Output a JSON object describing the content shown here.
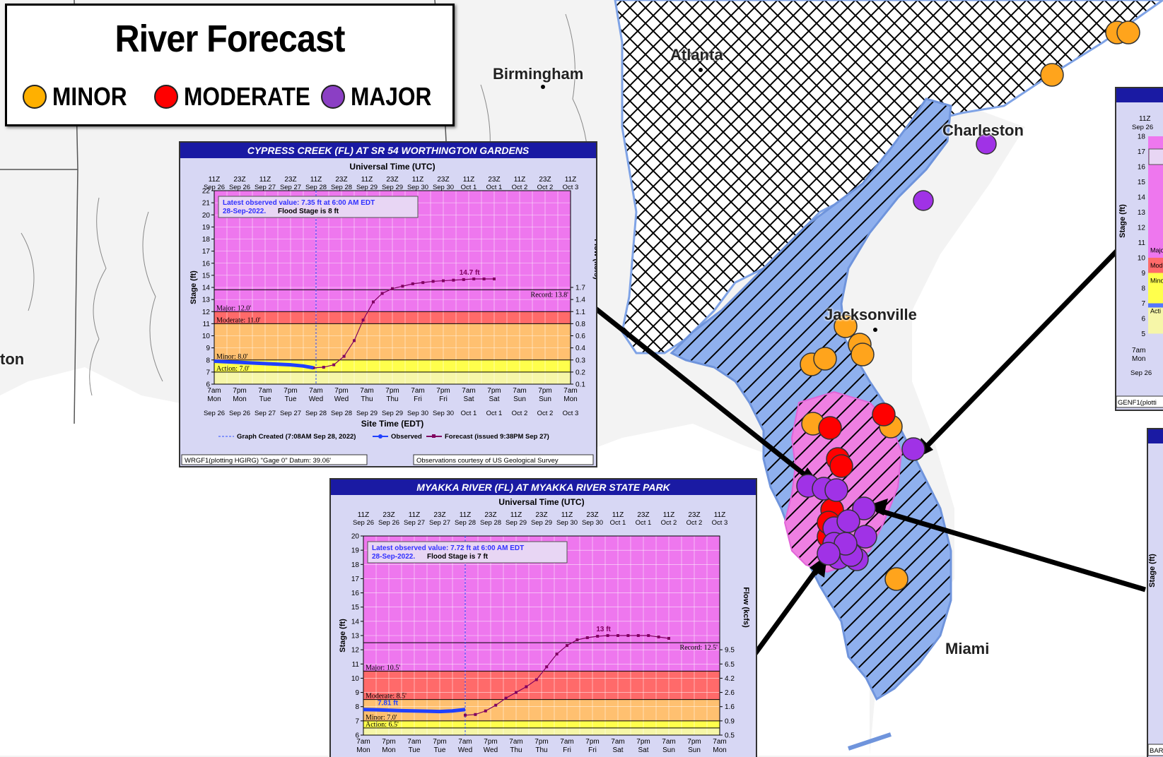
{
  "legend": {
    "title": "River Forecast",
    "items": [
      {
        "label": "MINOR",
        "color": "#ffb000"
      },
      {
        "label": "MODERATE",
        "color": "#ff0000"
      },
      {
        "label": "MAJOR",
        "color": "#8b3fc4"
      }
    ]
  },
  "cities": [
    "Atlanta",
    "Birmingham",
    "Charleston",
    "Jacksonville",
    "Miami",
    "ton"
  ],
  "colors": {
    "blue_hatch": "#7fa3e6",
    "pink_area": "#ee7ce0",
    "minor": "#ffa41c",
    "moderate": "#ff0000",
    "major": "#a032e6"
  },
  "gauges": {
    "minor": 11,
    "moderate": 7,
    "major": 16
  },
  "hydro1": {
    "title": "CYPRESS CREEK (FL) AT SR 54 WORTHINGTON GARDENS",
    "top_axis_title": "Universal Time (UTC)",
    "bottom_axis_title": "Site Time (EDT)",
    "utc_hours": [
      "11Z",
      "23Z",
      "11Z",
      "23Z",
      "11Z",
      "23Z",
      "11Z",
      "23Z",
      "11Z",
      "23Z",
      "11Z",
      "23Z",
      "11Z",
      "23Z",
      "11Z"
    ],
    "utc_dates": [
      "Sep 26",
      "Sep 26",
      "Sep 27",
      "Sep 27",
      "Sep 28",
      "Sep 28",
      "Sep 29",
      "Sep 29",
      "Sep 30",
      "Sep 30",
      "Oct 1",
      "Oct 1",
      "Oct 2",
      "Oct 2",
      "Oct 3"
    ],
    "local_hours": [
      "7am",
      "7pm",
      "7am",
      "7pm",
      "7am",
      "7pm",
      "7am",
      "7pm",
      "7am",
      "7pm",
      "7am",
      "7pm",
      "7am",
      "7pm",
      "7am"
    ],
    "local_days": [
      "Mon",
      "Mon",
      "Tue",
      "Tue",
      "Wed",
      "Wed",
      "Thu",
      "Thu",
      "Fri",
      "Fri",
      "Sat",
      "Sat",
      "Sun",
      "Sun",
      "Mon"
    ],
    "local_dates": [
      "Sep 26",
      "Sep 26",
      "Sep 27",
      "Sep 27",
      "Sep 28",
      "Sep 28",
      "Sep 29",
      "Sep 29",
      "Sep 30",
      "Sep 30",
      "Oct 1",
      "Oct 1",
      "Oct 2",
      "Oct 2",
      "Oct 3"
    ],
    "ylabel": "Stage (ft)",
    "y2label": "Flow (kcfs)",
    "ylim": [
      6,
      22
    ],
    "flow_ticks": [
      {
        "stage": 7,
        "label": "0.2"
      },
      {
        "stage": 8,
        "label": "0.3"
      },
      {
        "stage": 9,
        "label": "0.4"
      },
      {
        "stage": 10,
        "label": "0.6"
      },
      {
        "stage": 11,
        "label": "0.8"
      },
      {
        "stage": 12,
        "label": "1.1"
      },
      {
        "stage": 13,
        "label": "1.4"
      },
      {
        "stage": 14,
        "label": "1.7"
      },
      {
        "stage": 6,
        "label": "0.1"
      }
    ],
    "action": 7.0,
    "minor": 8.0,
    "moderate": 11.0,
    "major": 12.0,
    "record": 13.8,
    "action_label": "Action: 7.0'",
    "minor_label": "Minor: 8.0'",
    "moderate_label": "Moderate: 11.0'",
    "major_label": "Major: 12.0'",
    "record_label": "Record: 13.8'",
    "obs_text": "Latest observed value: 7.35 ft at 6:00 AM EDT",
    "obs_text2": "28-Sep-2022.",
    "flood_text": "Flood Stage is 8 ft",
    "crest_label": "14.7 ft",
    "now_idx": 4,
    "observed": [
      [
        0,
        7.9
      ],
      [
        0.5,
        7.85
      ],
      [
        1,
        7.8
      ],
      [
        1.5,
        7.75
      ],
      [
        2,
        7.7
      ],
      [
        2.5,
        7.65
      ],
      [
        3,
        7.6
      ],
      [
        3.5,
        7.5
      ],
      [
        3.9,
        7.35
      ]
    ],
    "forecast": [
      [
        3.9,
        7.35
      ],
      [
        4.3,
        7.4
      ],
      [
        4.7,
        7.6
      ],
      [
        5.1,
        8.3
      ],
      [
        5.5,
        9.6
      ],
      [
        5.85,
        11.3
      ],
      [
        6.25,
        12.8
      ],
      [
        6.6,
        13.5
      ],
      [
        7,
        13.9
      ],
      [
        7.4,
        14.1
      ],
      [
        7.8,
        14.3
      ],
      [
        8.2,
        14.4
      ],
      [
        8.6,
        14.5
      ],
      [
        9,
        14.55
      ],
      [
        9.4,
        14.6
      ],
      [
        9.8,
        14.65
      ],
      [
        10.2,
        14.7
      ],
      [
        10.6,
        14.7
      ],
      [
        11,
        14.7
      ]
    ],
    "footer_caption": "Graph Created (7:08AM Sep 28, 2022)",
    "observed_legend": "Observed",
    "forecast_legend": "Forecast (issued 9:38PM Sep 27)",
    "footer_left": "WRGF1(plotting HGIRG) \"Gage 0\" Datum: 39.06'",
    "footer_right": "Observations courtesy of US Geological Survey"
  },
  "hydro2": {
    "title": "MYAKKA RIVER (FL) AT MYAKKA RIVER STATE PARK",
    "top_axis_title": "Universal Time (UTC)",
    "utc_hours": [
      "11Z",
      "23Z",
      "11Z",
      "23Z",
      "11Z",
      "23Z",
      "11Z",
      "23Z",
      "11Z",
      "23Z",
      "11Z",
      "23Z",
      "11Z",
      "23Z",
      "11Z"
    ],
    "utc_dates": [
      "Sep 26",
      "Sep 26",
      "Sep 27",
      "Sep 27",
      "Sep 28",
      "Sep 28",
      "Sep 29",
      "Sep 29",
      "Sep 30",
      "Sep 30",
      "Oct 1",
      "Oct 1",
      "Oct 2",
      "Oct 2",
      "Oct 3"
    ],
    "local_hours": [
      "7am",
      "7pm",
      "7am",
      "7pm",
      "7am",
      "7pm",
      "7am",
      "7pm",
      "7am",
      "7pm",
      "7am",
      "7pm",
      "7am",
      "7pm",
      "7am"
    ],
    "local_days": [
      "Mon",
      "Mon",
      "Tue",
      "Tue",
      "Wed",
      "Wed",
      "Thu",
      "Thu",
      "Fri",
      "Fri",
      "Sat",
      "Sat",
      "Sun",
      "Sun",
      "Mon"
    ],
    "ylabel": "Stage (ft)",
    "y2label": "Flow (kcfs)",
    "ylim": [
      6,
      20
    ],
    "flow_ticks": [
      {
        "stage": 6,
        "label": "0.5"
      },
      {
        "stage": 7,
        "label": "0.9"
      },
      {
        "stage": 8,
        "label": "1.6"
      },
      {
        "stage": 9,
        "label": "2.6"
      },
      {
        "stage": 10,
        "label": "4.2"
      },
      {
        "stage": 11,
        "label": "6.5"
      },
      {
        "stage": 12,
        "label": "9.5"
      }
    ],
    "action": 6.5,
    "minor": 7.0,
    "moderate": 8.5,
    "major": 10.5,
    "record": 12.5,
    "action_label": "Action: 6.5'",
    "minor_label": "Minor: 7.0'",
    "moderate_label": "Moderate: 8.5'",
    "major_label": "Major: 10.5'",
    "record_label": "Record: 12.5'",
    "obs_text": "Latest observed value: 7.72 ft at 6:00 AM EDT",
    "obs_text2": "28-Sep-2022.",
    "flood_text": "Flood Stage is 7 ft",
    "crest_label": "13 ft",
    "current_label": "7.81 ft",
    "now_idx": 4,
    "observed": [
      [
        0,
        7.8
      ],
      [
        0.5,
        7.78
      ],
      [
        1,
        7.75
      ],
      [
        1.5,
        7.72
      ],
      [
        2,
        7.7
      ],
      [
        2.5,
        7.68
      ],
      [
        3,
        7.66
      ],
      [
        3.5,
        7.7
      ],
      [
        4,
        7.8
      ]
    ],
    "forecast": [
      [
        4,
        7.4
      ],
      [
        4.4,
        7.45
      ],
      [
        4.8,
        7.7
      ],
      [
        5.2,
        8.1
      ],
      [
        5.6,
        8.6
      ],
      [
        6,
        9.0
      ],
      [
        6.4,
        9.4
      ],
      [
        6.8,
        9.9
      ],
      [
        7.2,
        10.8
      ],
      [
        7.6,
        11.7
      ],
      [
        8,
        12.3
      ],
      [
        8.4,
        12.7
      ],
      [
        8.8,
        12.85
      ],
      [
        9.2,
        12.95
      ],
      [
        9.6,
        13
      ],
      [
        10,
        13
      ],
      [
        10.4,
        13
      ],
      [
        10.8,
        13
      ],
      [
        11.2,
        13
      ],
      [
        11.6,
        12.9
      ],
      [
        12,
        12.8
      ]
    ]
  },
  "side1": {
    "ticks": [
      "18",
      "17",
      "16",
      "15",
      "14",
      "13",
      "12",
      "11",
      "10",
      "9",
      "8",
      "7",
      "6",
      "5"
    ],
    "header_hour": "11Z",
    "header_date": "Sep 26",
    "ylabel": "Stage (ft)",
    "maj": "Majo",
    "mod": "Mod",
    "min": "Mino",
    "act": "Acti",
    "bottom_hour": "7am",
    "bottom_day": "Mon",
    "bottom_date": "Sep 26",
    "footer": "GENF1(plotti"
  },
  "side2": {
    "ylabel": "Stage (ft)",
    "footer": "BAR"
  }
}
